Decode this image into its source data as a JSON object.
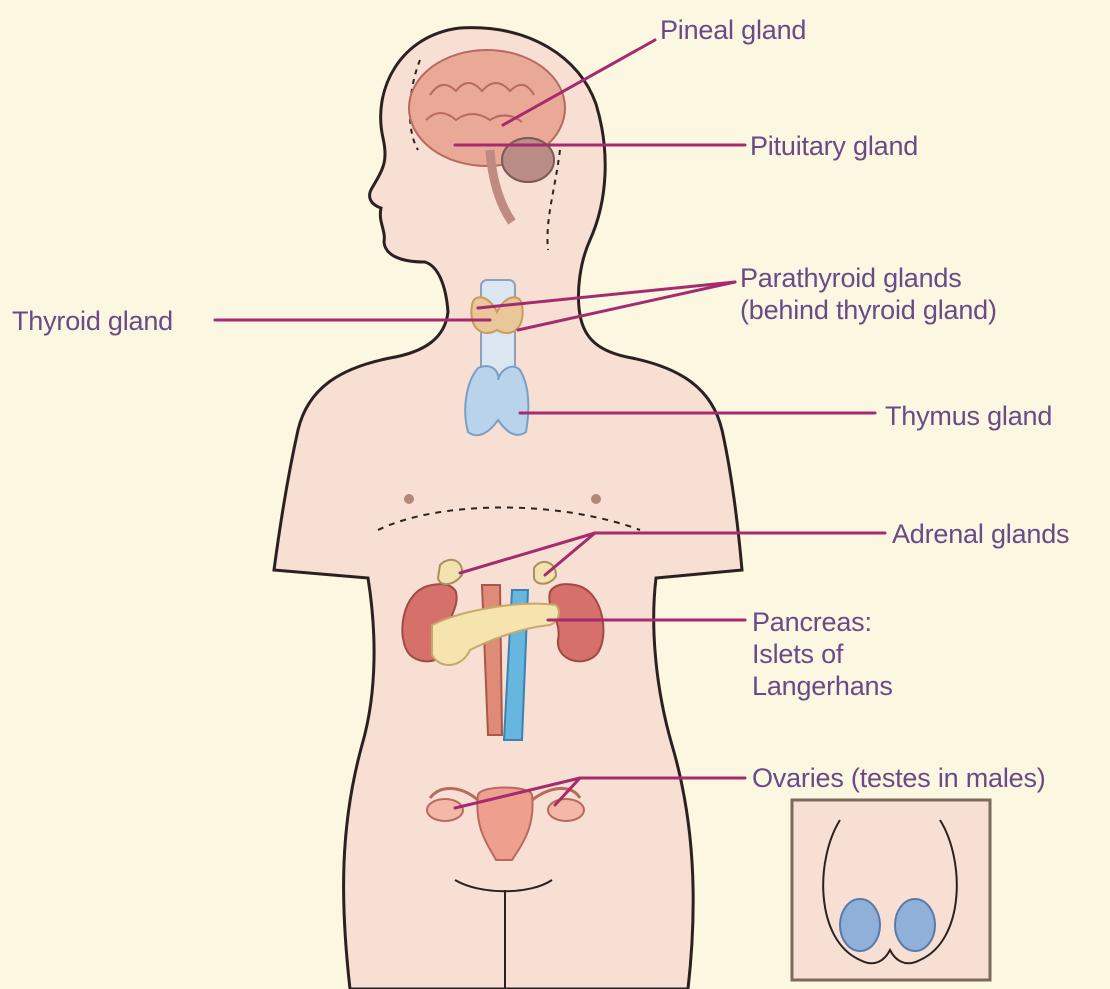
{
  "labels": {
    "pineal": "Pineal gland",
    "pituitary": "Pituitary gland",
    "parathyroid_line1": "Parathyroid glands",
    "parathyroid_line2": "(behind thyroid gland)",
    "thyroid": "Thyroid gland",
    "thymus": "Thymus gland",
    "adrenal": "Adrenal glands",
    "pancreas_line1": "Pancreas:",
    "pancreas_line2": "Islets of",
    "pancreas_line3": "Langerhans",
    "ovaries": "Ovaries (testes in males)"
  },
  "colors": {
    "background": "#fbf7e0",
    "skin": "#f8dfd3",
    "outline": "#2a2222",
    "leader": "#a62a6e",
    "label_text": "#6a4a88",
    "brain": "#eaa896",
    "thyroid": "#e9c79a",
    "thymus": "#b9d3ea",
    "kidney": "#d6706a",
    "pancreas": "#f5e4ad",
    "vein": "#66b6e0",
    "artery": "#e08a78",
    "uterus": "#ef9f8e",
    "testis": "#8fb0d8"
  }
}
